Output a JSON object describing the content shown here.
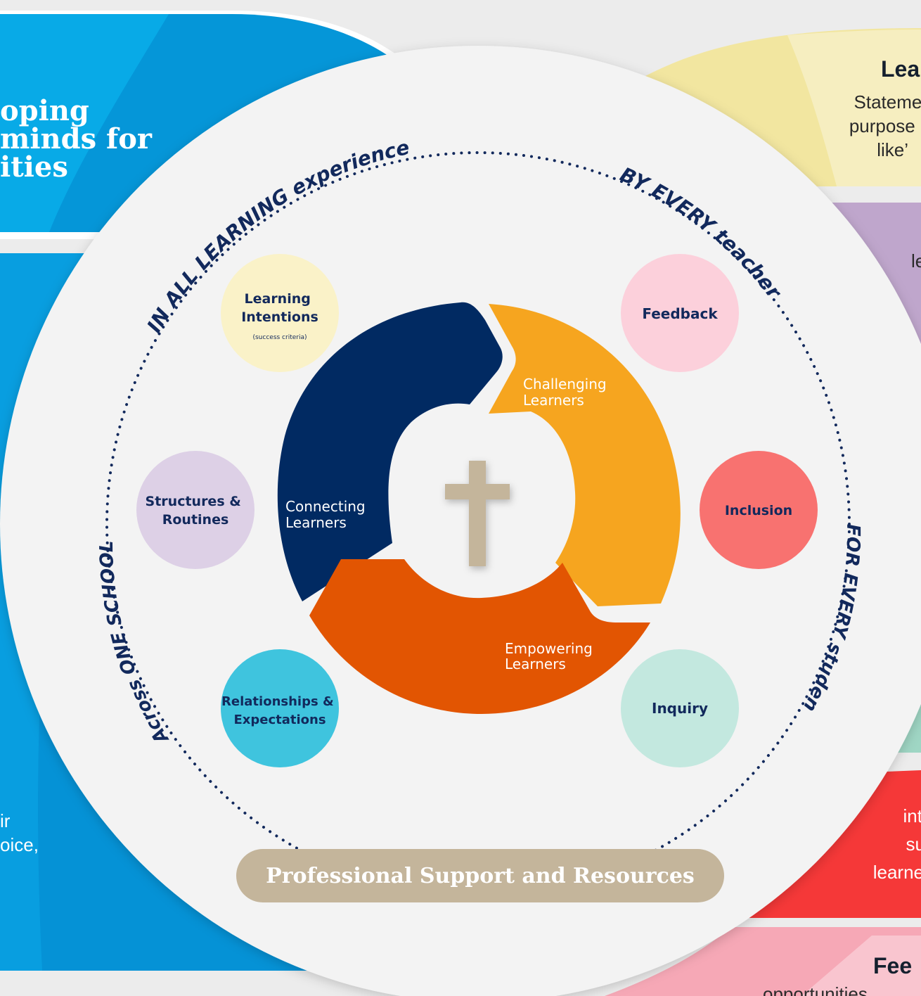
{
  "left_panel": {
    "heading_lines": [
      "oping",
      "minds for",
      "ities"
    ],
    "body_lines": [
      "ir",
      "oice,"
    ]
  },
  "right_panels": {
    "top": {
      "title": "Lea",
      "lines": [
        "Statemer",
        "purpose c",
        "like’"
      ]
    },
    "purple": {
      "fragment": "le"
    },
    "red": {
      "lines": [
        "int",
        "su",
        "learne"
      ]
    },
    "pink": {
      "title": "Fee",
      "fragment": "opportunities"
    }
  },
  "ring": {
    "top_left": "IN ALL LEARNING experiences",
    "top_right": "BY EVERY teacher",
    "right": "FOR EVERY student",
    "left": "Across ONE SCHOOL"
  },
  "cycle": {
    "connecting": [
      "Connecting",
      "Learners"
    ],
    "challenging": [
      "Challenging",
      "Learners"
    ],
    "empowering": [
      "Empowering",
      "Learners"
    ]
  },
  "bubbles": {
    "learning_intentions": {
      "lines": [
        "Learning",
        "Intentions"
      ],
      "sub": "(success criteria)"
    },
    "feedback": {
      "lines": [
        "Feedback"
      ]
    },
    "structures": {
      "lines": [
        "Structures &",
        "Routines"
      ]
    },
    "inclusion": {
      "lines": [
        "Inclusion"
      ]
    },
    "relationships": {
      "lines": [
        "Relationships &",
        "Expectations"
      ]
    },
    "inquiry": {
      "lines": [
        "Inquiry"
      ]
    }
  },
  "banner": {
    "label": "Professional Support and Resources"
  },
  "colors": {
    "navy": "#012a62",
    "orange": "#f6a51f",
    "red_orange": "#e25502",
    "taupe": "#c4b59b",
    "blue": "#0596d8",
    "yellow_panel": "#f2e6a0",
    "purple_panel": "#bfa6cc",
    "red_panel": "#f53838",
    "pink_panel": "#f6a8b6"
  }
}
